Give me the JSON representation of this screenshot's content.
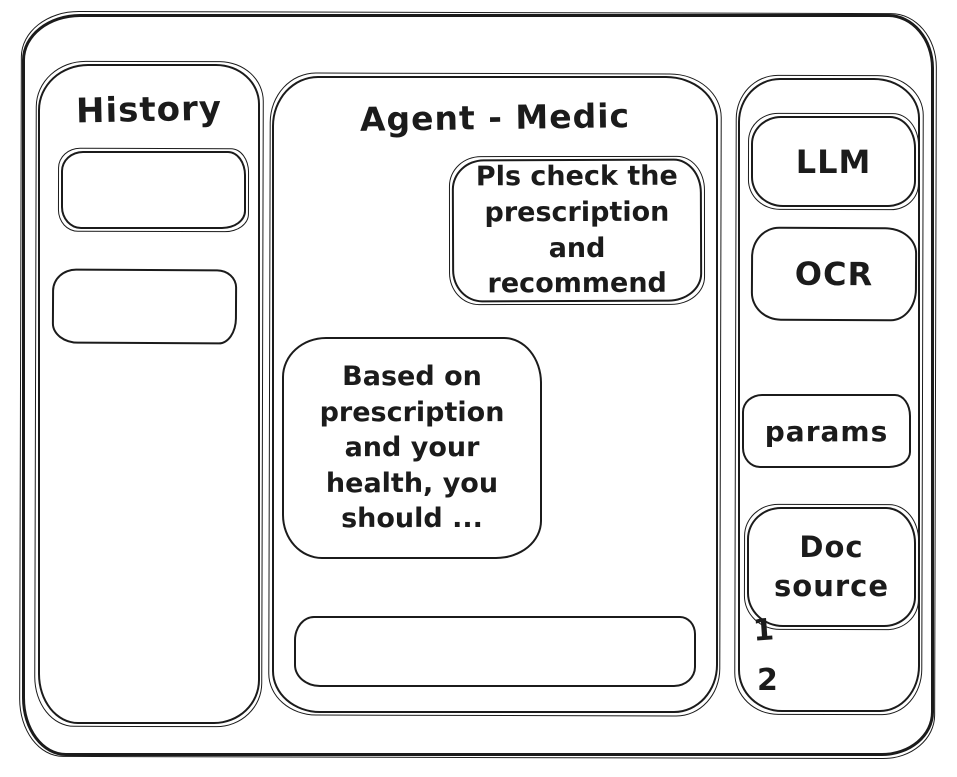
{
  "colors": {
    "ink": "#1b1b1b",
    "background": "#ffffff"
  },
  "history_panel": {
    "title": "History",
    "items": [
      {
        "label": ""
      },
      {
        "label": ""
      }
    ]
  },
  "chat_panel": {
    "title": "Agent - Medic",
    "messages": [
      {
        "role": "user",
        "text": "Pls check the prescription and recommend"
      },
      {
        "role": "agent",
        "text": "Based on prescription and your health, you should ..."
      }
    ],
    "input": {
      "value": "",
      "placeholder": ""
    }
  },
  "tools_panel": {
    "buttons": [
      {
        "label": "LLM"
      },
      {
        "label": "OCR"
      },
      {
        "label": "params"
      },
      {
        "label": "Doc source"
      }
    ],
    "doc_source_list": [
      {
        "label": "1"
      },
      {
        "label": "2"
      }
    ]
  }
}
